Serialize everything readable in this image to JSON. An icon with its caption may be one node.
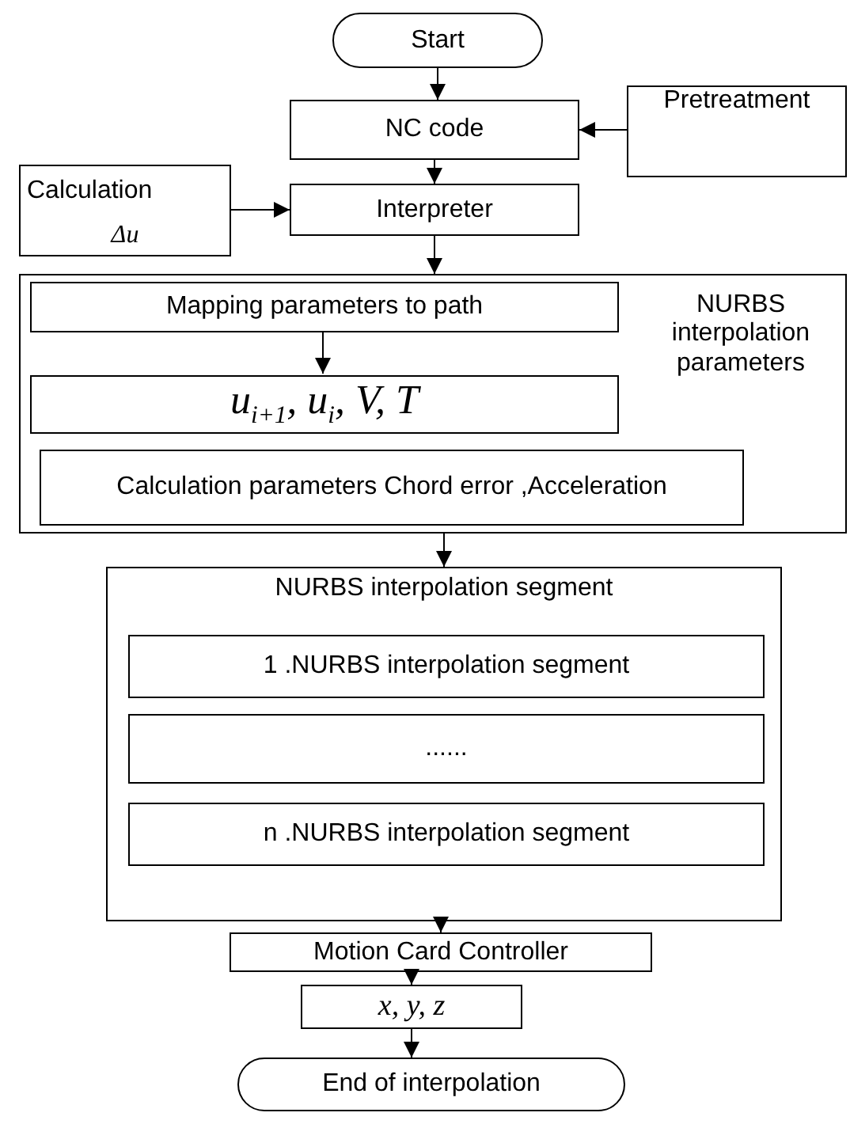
{
  "diagram": {
    "nodes": [
      {
        "text": [
          "Start"
        ]
      },
      {
        "text": [
          "NC code"
        ]
      },
      {
        "text": [
          "Pretreatment"
        ]
      },
      {
        "text": [
          "Calculation",
          "Δu"
        ]
      },
      {
        "text": [
          "Interpreter"
        ]
      },
      {
        "text": [
          "NURBS interpolation parameters"
        ]
      },
      {
        "text": [
          "Mapping parameters to path"
        ],
        "in": 5
      },
      {
        "text": [
          "u$_{i+1}$, u$_{i}$, V, T"
        ],
        "in": 5
      },
      {
        "text": [
          "Calculation parameters  Chord error ,Acceleration"
        ],
        "in": 5
      },
      {
        "text": [
          "NURBS interpolation  segment"
        ]
      },
      {
        "text": [
          "1 .NURBS interpolation segment"
        ],
        "in": 9
      },
      {
        "text": [
          "......"
        ],
        "in": 9
      },
      {
        "text": [
          "n .NURBS interpolation segment"
        ],
        "in": 9
      },
      {
        "text": [
          "Motion Card Controller"
        ]
      },
      {
        "text": [
          "x, y, z"
        ]
      },
      {
        "text": [
          "End of interpolation"
        ]
      }
    ],
    "edges": [
      {
        "from": 0,
        "to": 1,
        "arrow": "to"
      },
      {
        "from": 2,
        "to": 1,
        "arrow": "to"
      },
      {
        "from": 1,
        "to": 4,
        "arrow": "to"
      },
      {
        "from": 3,
        "to": 4,
        "arrow": "to"
      },
      {
        "from": 4,
        "to": 5,
        "arrow": "to"
      },
      {
        "from": 6,
        "to": 7,
        "arrow": "to"
      },
      {
        "from": 5,
        "to": 9,
        "arrow": "to"
      },
      {
        "from": 9,
        "to": 13,
        "arrow": "to"
      },
      {
        "from": 13,
        "to": 14,
        "arrow": "to"
      },
      {
        "from": 14,
        "to": 15,
        "arrow": "to"
      }
    ]
  }
}
